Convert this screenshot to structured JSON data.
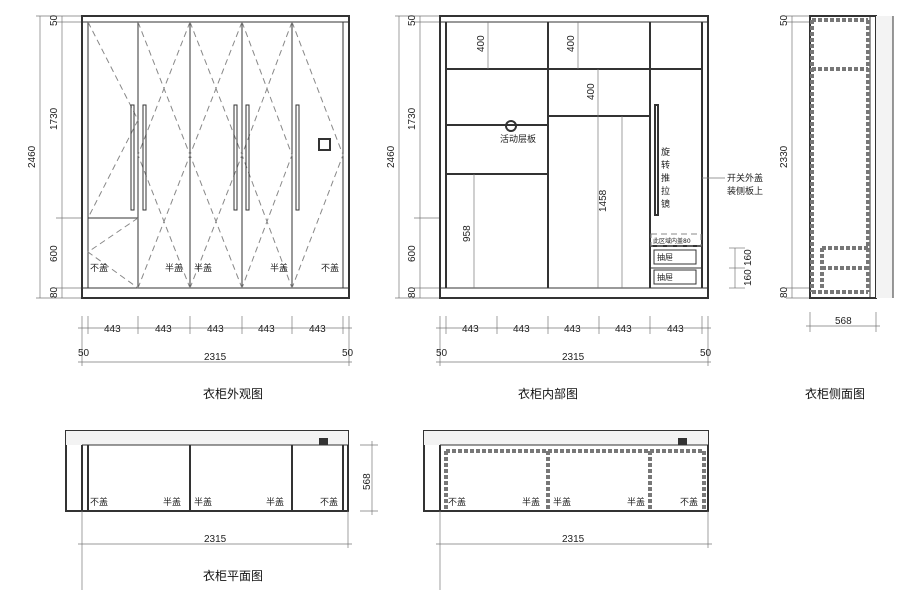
{
  "dims": {
    "overall_height": "2460",
    "top_band": "50",
    "upper": "1730",
    "lower": "600",
    "base": "80",
    "door_width": "443",
    "side_margin": "50",
    "overall_width": "2315",
    "shelf_400": "400",
    "hang_958": "958",
    "hang_1458": "1458",
    "drawer_160": "160",
    "side_height": "2330",
    "depth": "568"
  },
  "labels": {
    "no_overlay": "不盖",
    "half_overlay": "半盖",
    "movable_shelf": "活动层板",
    "rotating_rod": [
      "旋",
      "转",
      "推",
      "拉",
      "镜"
    ],
    "switch_note_1": "开关外盖",
    "switch_note_2": "装侧板上",
    "drawer_note": "此区域内盖80",
    "drawer_handle": "抽屉"
  },
  "captions": {
    "exterior": "衣柜外观图",
    "interior": "衣柜内部图",
    "side": "衣柜侧面图",
    "plan": "衣柜平面图"
  }
}
